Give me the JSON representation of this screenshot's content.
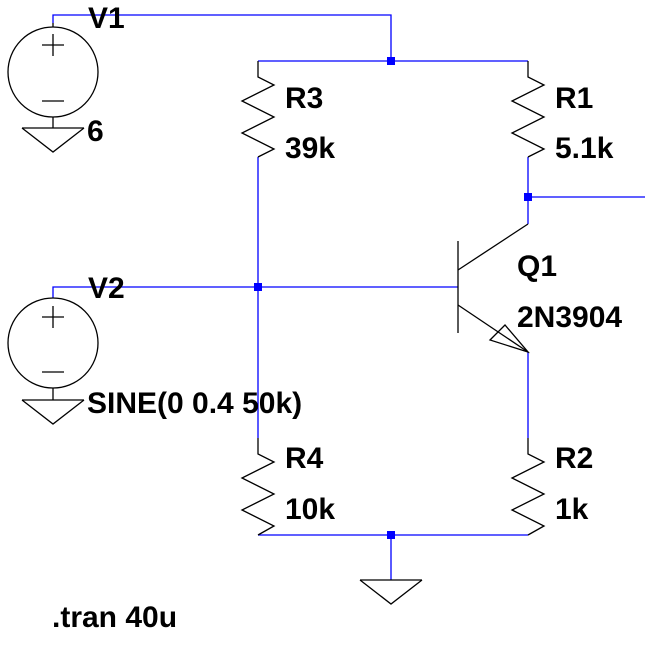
{
  "colors": {
    "wire": "#0000ff",
    "component": "#000000",
    "background": "#ffffff"
  },
  "sources": {
    "v1": {
      "name": "V1",
      "value": "6"
    },
    "v2": {
      "name": "V2",
      "value": "SINE(0 0.4 50k)"
    }
  },
  "resistors": {
    "r1": {
      "name": "R1",
      "value": "5.1k"
    },
    "r2": {
      "name": "R2",
      "value": "1k"
    },
    "r3": {
      "name": "R3",
      "value": "39k"
    },
    "r4": {
      "name": "R4",
      "value": "10k"
    }
  },
  "transistor": {
    "name": "Q1",
    "model": "2N3904"
  },
  "directive": ".tran 40u"
}
